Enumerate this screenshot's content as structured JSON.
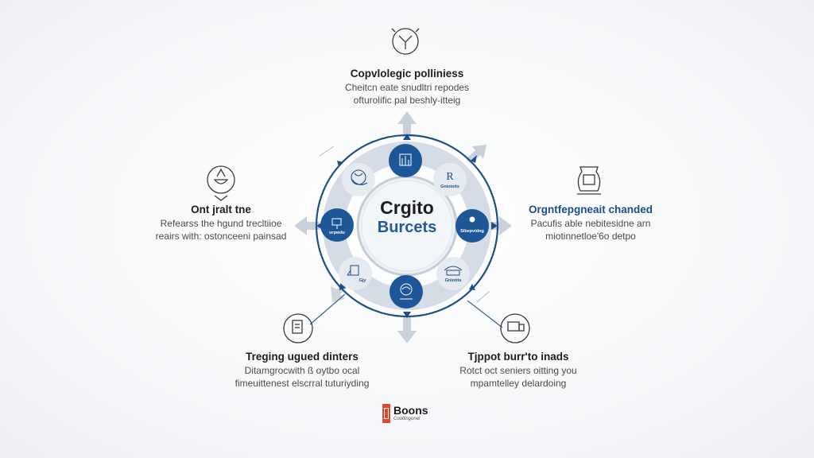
{
  "diagram": {
    "center": {
      "line1": "Crgito",
      "line2": "Burcets"
    },
    "ring_nodes": [
      {
        "position": "top",
        "style": "dark",
        "label": "",
        "icon": "chart-icon"
      },
      {
        "position": "top-right",
        "style": "light",
        "label": "Gnioioits",
        "icon": "rs-glyph-icon"
      },
      {
        "position": "right",
        "style": "dark",
        "label": "Sibepvidng",
        "icon": "person-desk-icon"
      },
      {
        "position": "bottom-right",
        "style": "light",
        "label": "Gniotits",
        "icon": "building-icon"
      },
      {
        "position": "bottom",
        "style": "dark",
        "label": "",
        "icon": "brain-icon"
      },
      {
        "position": "bottom-left",
        "style": "light",
        "label": "Gjy",
        "icon": "tools-icon"
      },
      {
        "position": "left",
        "style": "dark",
        "label": "urpwdu",
        "icon": "monitor-icon"
      },
      {
        "position": "top-left",
        "style": "light",
        "label": "",
        "icon": "globe-hand-icon"
      }
    ],
    "callouts": {
      "top": {
        "icon": "y-branch-icon",
        "title": "Copvlolegic polliniess",
        "desc_line1": "Cheitcn eate snudltri repodes",
        "desc_line2": "ofturolific pal beshly-itteig"
      },
      "left": {
        "icon": "bowl-pin-icon",
        "title": "Ont jralt tne",
        "desc_line1": "Refearss the hgund trecltiioe",
        "desc_line2": "reairs with: ostonceeni painsad"
      },
      "right": {
        "icon": "jar-icon",
        "title": "Orgntfepgneait chanded",
        "desc_line1": "Pacufis able nebitesidne arn",
        "desc_line2": "miotinnetloe'6o detpo"
      },
      "bottom_left": {
        "icon": "document-icon",
        "title": "Treging ugued dinters",
        "desc_line1": "Ditamgrocwith ß oytbo ocal",
        "desc_line2": "fimeuittenest elscrral tuturiyding"
      },
      "bottom_right": {
        "icon": "truck-box-icon",
        "title": "Tjppot burr'to inads",
        "desc_line1": "Rotct oct seniers oitting you",
        "desc_line2": "mpamtelley delardoing"
      }
    },
    "colors": {
      "primary_blue": "#1f4e86",
      "dark_node": "#1e5797",
      "ring_gray": "#d5dbe4",
      "arrow_gray": "#c5ccd7",
      "light_node": "#e4e9f0",
      "brand_red": "#e0472f"
    }
  },
  "brand": {
    "name": "Boons",
    "tagline": "Cootlingonel"
  }
}
